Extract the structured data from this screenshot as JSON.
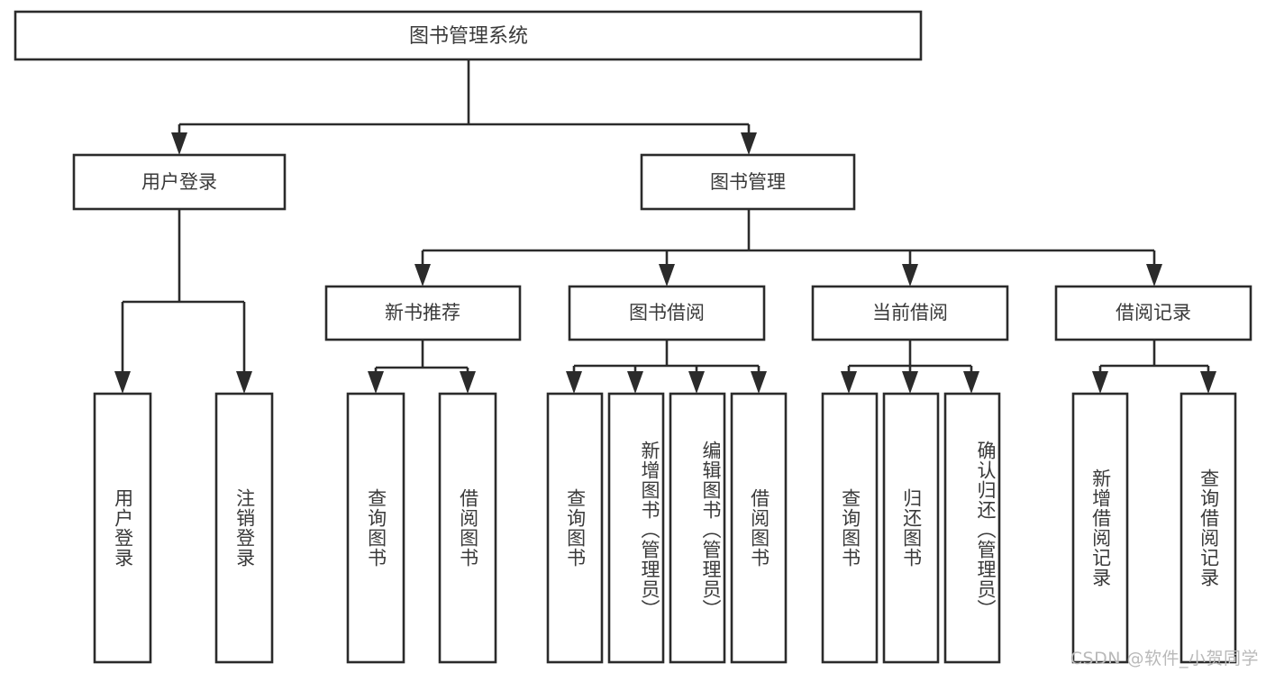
{
  "diagram": {
    "title": "图书管理系统",
    "type": "tree",
    "orientation": "top-down",
    "colors": {
      "background": "#ffffff",
      "box_stroke": "#2b2b2b",
      "box_fill": "#ffffff",
      "text": "#3a3a3a",
      "connector": "#2b2b2b",
      "watermark": "#b9b9b9"
    },
    "root": {
      "label": "图书管理系统"
    },
    "tier1": [
      {
        "label": "用户登录"
      },
      {
        "label": "图书管理"
      }
    ],
    "tier2": [
      {
        "label": "新书推荐"
      },
      {
        "label": "图书借阅"
      },
      {
        "label": "当前借阅"
      },
      {
        "label": "借阅记录"
      }
    ],
    "leaves": {
      "user_login": [
        {
          "label": "用户登录"
        },
        {
          "label": "注销登录"
        }
      ],
      "new_book": [
        {
          "label": "查询图书"
        },
        {
          "label": "借阅图书"
        }
      ],
      "book_borrow": [
        {
          "label": "查询图书"
        },
        {
          "label": "新增图书（管理员）"
        },
        {
          "label": "编辑图书（管理员）"
        },
        {
          "label": "借阅图书"
        }
      ],
      "current_borrow": [
        {
          "label": "查询图书"
        },
        {
          "label": "归还图书"
        },
        {
          "label": "确认归还（管理员）"
        }
      ],
      "borrow_record": [
        {
          "label": "新增借阅记录"
        },
        {
          "label": "查询借阅记录"
        }
      ]
    }
  },
  "watermark": {
    "text": "CSDN @软件_小贺同学"
  }
}
